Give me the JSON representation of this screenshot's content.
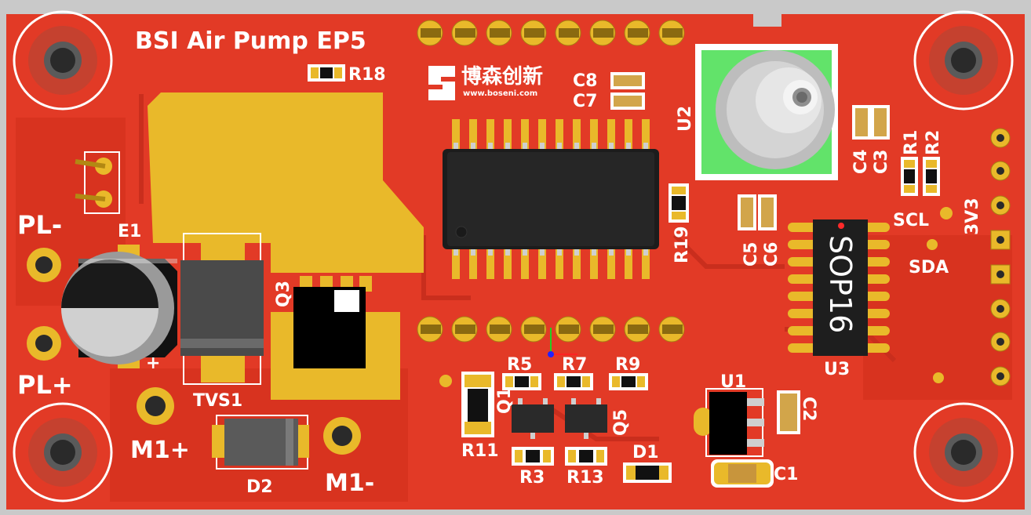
{
  "board": {
    "title": "BSI Air Pump EP5",
    "logo_cn": "博森创新",
    "logo_url": "www.boseni.com",
    "colors": {
      "board": "#e23a26",
      "copper": "#d6a520",
      "silkscreen": "#ffffff",
      "mask_dark": "#c92e1d"
    }
  },
  "labels": {
    "r18": "R18",
    "c8": "C8",
    "c7": "C7",
    "u2": "U2",
    "c4": "C4",
    "c3": "C3",
    "r1": "R1",
    "r2": "R2",
    "scl": "SCL",
    "sda": "SDA",
    "v33": "3V3",
    "c5": "C5",
    "c6": "C6",
    "r19": "R19",
    "sop16": "SOP16",
    "u3": "U3",
    "pl_minus": "PL-",
    "pl_plus": "PL+",
    "e1": "E1",
    "plus_mark": "+",
    "tvs1": "TVS1",
    "q3": "Q3",
    "m1_plus": "M1+",
    "m1_minus": "M1-",
    "d2": "D2",
    "r5": "R5",
    "r7": "R7",
    "r9": "R9",
    "q1": "Q1",
    "q5": "Q5",
    "r11": "R11",
    "r3": "R3",
    "r13": "R13",
    "d1": "D1",
    "u1": "U1",
    "c2": "C2",
    "c1": "C1"
  }
}
